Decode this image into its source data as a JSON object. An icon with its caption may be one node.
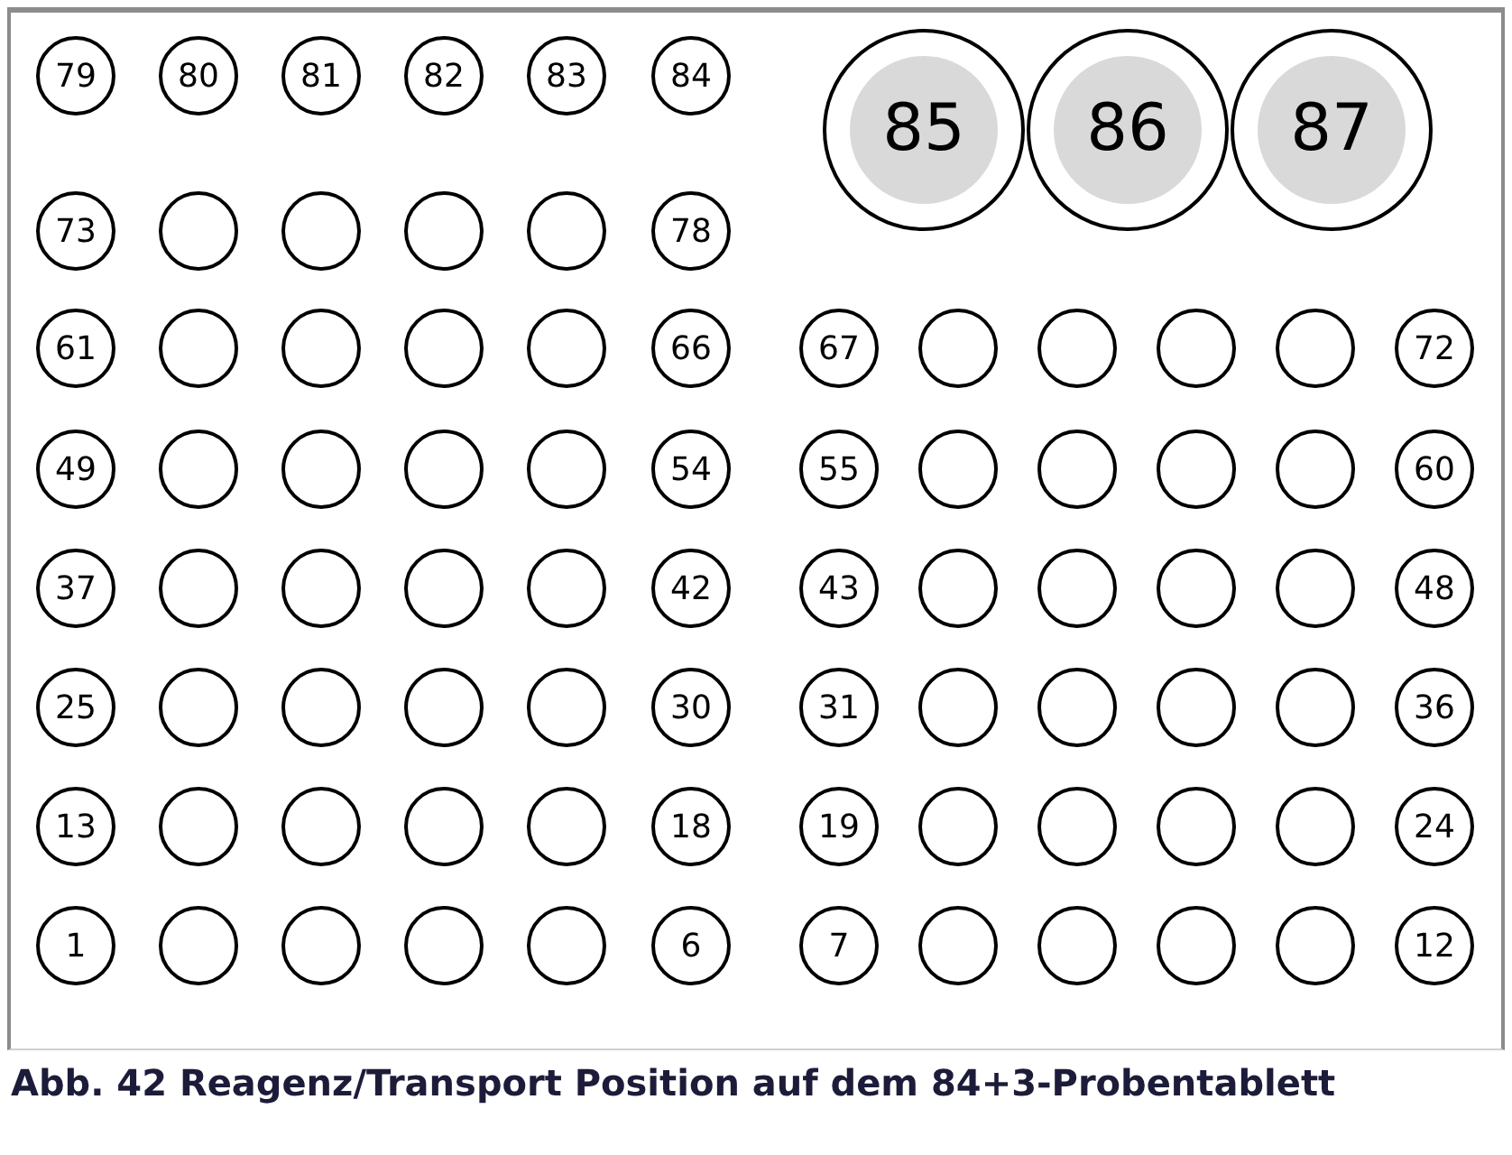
{
  "diagram": {
    "caption": "Abb. 42 Reagenz/Transport Position auf dem 84+3-Probentablett",
    "nodes": [
      {
        "text": [
          "79"
        ]
      },
      {
        "text": [
          "80"
        ]
      },
      {
        "text": [
          "81"
        ]
      },
      {
        "text": [
          "82"
        ]
      },
      {
        "text": [
          "83"
        ]
      },
      {
        "text": [
          "84"
        ]
      },
      {
        "text": [
          "85"
        ]
      },
      {
        "text": [
          "86"
        ]
      },
      {
        "text": [
          "87"
        ]
      },
      {
        "text": [
          "73"
        ]
      },
      {
        "text": [],
        "shape": "circle"
      },
      {
        "text": [],
        "shape": "circle"
      },
      {
        "text": [],
        "shape": "circle"
      },
      {
        "text": [],
        "shape": "circle"
      },
      {
        "text": [
          "78"
        ]
      },
      {
        "text": [
          "61"
        ]
      },
      {
        "text": [],
        "shape": "circle"
      },
      {
        "text": [],
        "shape": "circle"
      },
      {
        "text": [],
        "shape": "circle"
      },
      {
        "text": [],
        "shape": "circle"
      },
      {
        "text": [
          "66"
        ]
      },
      {
        "text": [
          "67"
        ]
      },
      {
        "text": [],
        "shape": "circle"
      },
      {
        "text": [],
        "shape": "circle"
      },
      {
        "text": [],
        "shape": "circle"
      },
      {
        "text": [],
        "shape": "circle"
      },
      {
        "text": [
          "72"
        ]
      },
      {
        "text": [
          "49"
        ]
      },
      {
        "text": [],
        "shape": "circle"
      },
      {
        "text": [],
        "shape": "circle"
      },
      {
        "text": [],
        "shape": "circle"
      },
      {
        "text": [],
        "shape": "circle"
      },
      {
        "text": [
          "54"
        ]
      },
      {
        "text": [
          "55"
        ]
      },
      {
        "text": [],
        "shape": "circle"
      },
      {
        "text": [],
        "shape": "circle"
      },
      {
        "text": [],
        "shape": "circle"
      },
      {
        "text": [],
        "shape": "circle"
      },
      {
        "text": [
          "60"
        ]
      },
      {
        "text": [
          "37"
        ]
      },
      {
        "text": [],
        "shape": "circle"
      },
      {
        "text": [],
        "shape": "circle"
      },
      {
        "text": [],
        "shape": "circle"
      },
      {
        "text": [],
        "shape": "circle"
      },
      {
        "text": [
          "42"
        ]
      },
      {
        "text": [
          "43"
        ]
      },
      {
        "text": [],
        "shape": "circle"
      },
      {
        "text": [],
        "shape": "circle"
      },
      {
        "text": [],
        "shape": "circle"
      },
      {
        "text": [],
        "shape": "circle"
      },
      {
        "text": [
          "48"
        ]
      },
      {
        "text": [
          "25"
        ]
      },
      {
        "text": [],
        "shape": "circle"
      },
      {
        "text": [],
        "shape": "circle"
      },
      {
        "text": [],
        "shape": "circle"
      },
      {
        "text": [],
        "shape": "circle"
      },
      {
        "text": [
          "30"
        ]
      },
      {
        "text": [
          "31"
        ]
      },
      {
        "text": [],
        "shape": "circle"
      },
      {
        "text": [],
        "shape": "circle"
      },
      {
        "text": [],
        "shape": "circle"
      },
      {
        "text": [],
        "shape": "circle"
      },
      {
        "text": [
          "36"
        ]
      },
      {
        "text": [
          "13"
        ]
      },
      {
        "text": [],
        "shape": "circle"
      },
      {
        "text": [],
        "shape": "circle"
      },
      {
        "text": [],
        "shape": "circle"
      },
      {
        "text": [],
        "shape": "circle"
      },
      {
        "text": [
          "18"
        ]
      },
      {
        "text": [
          "19"
        ]
      },
      {
        "text": [],
        "shape": "circle"
      },
      {
        "text": [],
        "shape": "circle"
      },
      {
        "text": [],
        "shape": "circle"
      },
      {
        "text": [],
        "shape": "circle"
      },
      {
        "text": [
          "24"
        ]
      },
      {
        "text": [
          "1"
        ]
      },
      {
        "text": [],
        "shape": "circle"
      },
      {
        "text": [],
        "shape": "circle"
      },
      {
        "text": [],
        "shape": "circle"
      },
      {
        "text": [],
        "shape": "circle"
      },
      {
        "text": [
          "6"
        ]
      },
      {
        "text": [
          "7"
        ]
      },
      {
        "text": [],
        "shape": "circle"
      },
      {
        "text": [],
        "shape": "circle"
      },
      {
        "text": [],
        "shape": "circle"
      },
      {
        "text": [],
        "shape": "circle"
      },
      {
        "text": [
          "12"
        ]
      }
    ]
  }
}
